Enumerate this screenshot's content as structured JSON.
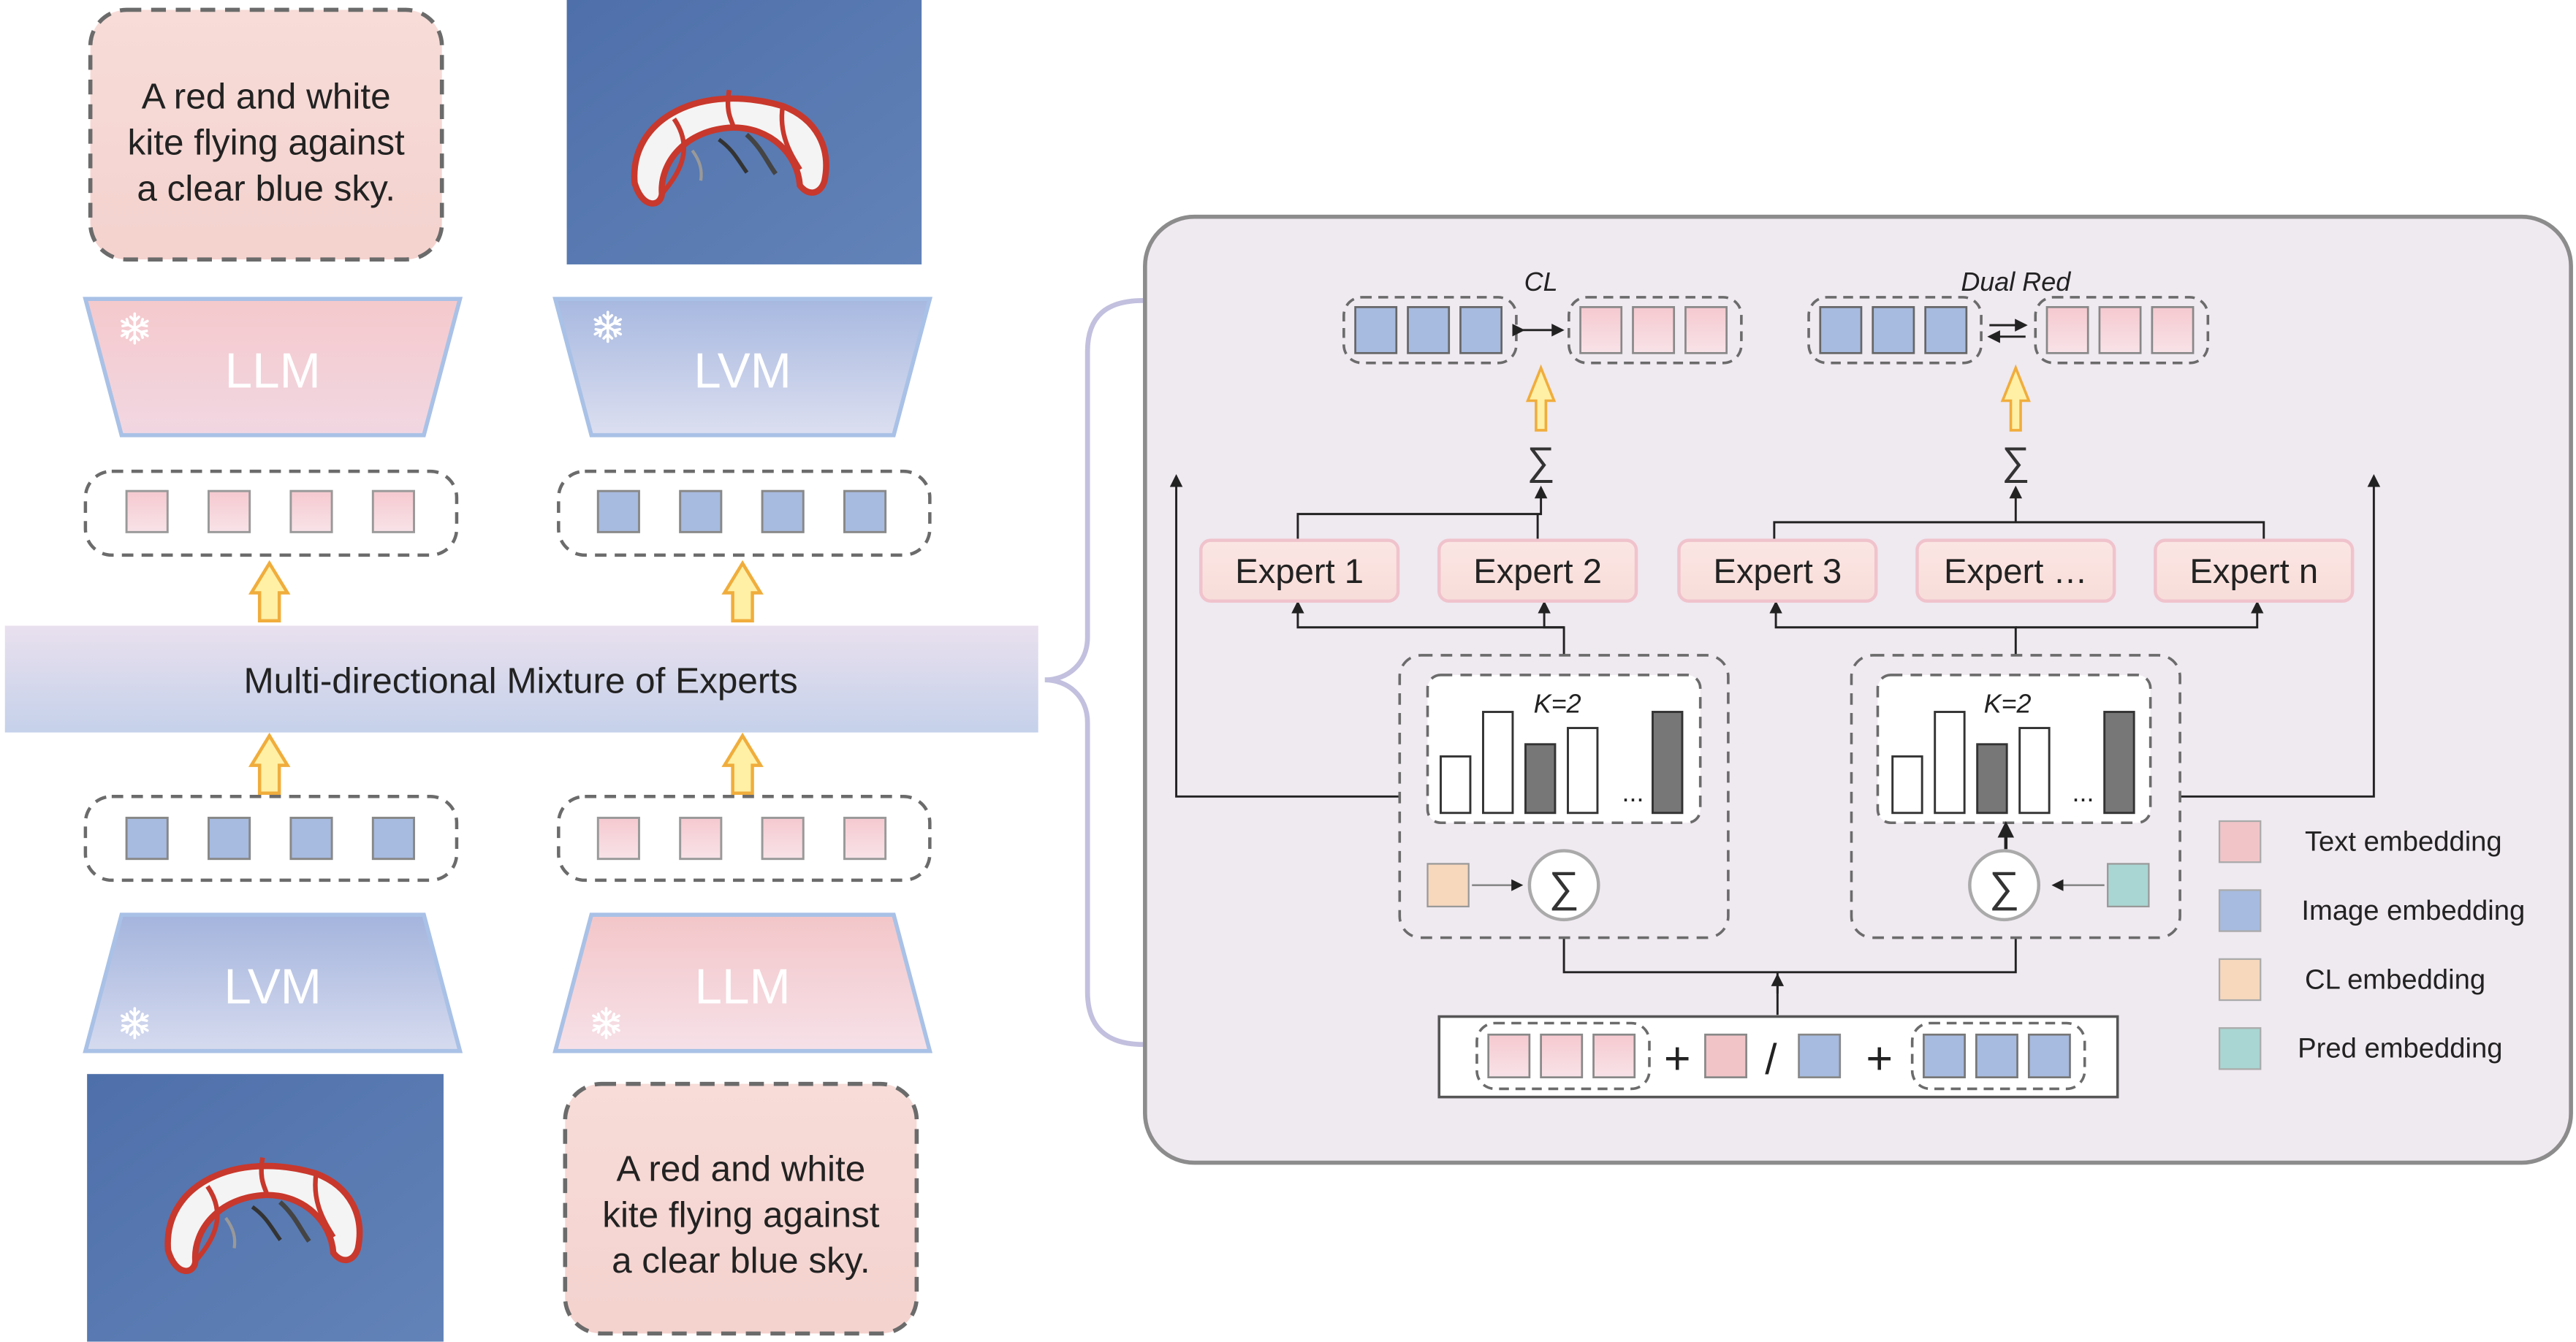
{
  "caption_text": [
    "A red and white",
    "kite flying against",
    "a clear blue sky."
  ],
  "encoders": {
    "top_text": "LLM",
    "top_image": "LVM",
    "bottom_image": "LVM",
    "bottom_text": "LLM"
  },
  "moe_bar_label": "Multi-directional Mixture of Experts",
  "objectives": {
    "cl": "CL",
    "dual": "Dual Red"
  },
  "experts": [
    "Expert 1",
    "Expert 2",
    "Expert 3",
    "Expert …",
    "Expert n"
  ],
  "router_label": "K=2",
  "router_bars": [
    {
      "value": 0.42,
      "filled": false
    },
    {
      "value": 0.75,
      "filled": false
    },
    {
      "value": 0.51,
      "filled": true
    },
    {
      "value": 0.63,
      "filled": false
    },
    {
      "value": 0,
      "filled": false
    },
    {
      "value": 0.75,
      "filled": true
    }
  ],
  "ellipsis": "...",
  "sum_symbol": "∑",
  "input_ops": {
    "plus": "+",
    "slash": "/"
  },
  "legend": [
    {
      "label": "Text embedding",
      "color": "#f1c4c8"
    },
    {
      "label": "Image embedding",
      "color": "#a7bbe0"
    },
    {
      "label": "CL embedding",
      "color": "#f7d8bd"
    },
    {
      "label": "Pred embedding",
      "color": "#a9d6d2"
    }
  ],
  "colors": {
    "text_embedding": "#f1c4c8",
    "image_embedding": "#a7bbe0",
    "cl_embedding": "#f7d8bd",
    "pred_embedding": "#a9d6d2",
    "panel_bg": "#efe9f0",
    "sky": "#5678ad",
    "arrow_fill": "#fff0a6",
    "arrow_stroke": "#f0ad3c",
    "bar_filled": "#777777"
  },
  "icons": {
    "frozen": "snowflake-icon",
    "kite": "kite-image"
  }
}
